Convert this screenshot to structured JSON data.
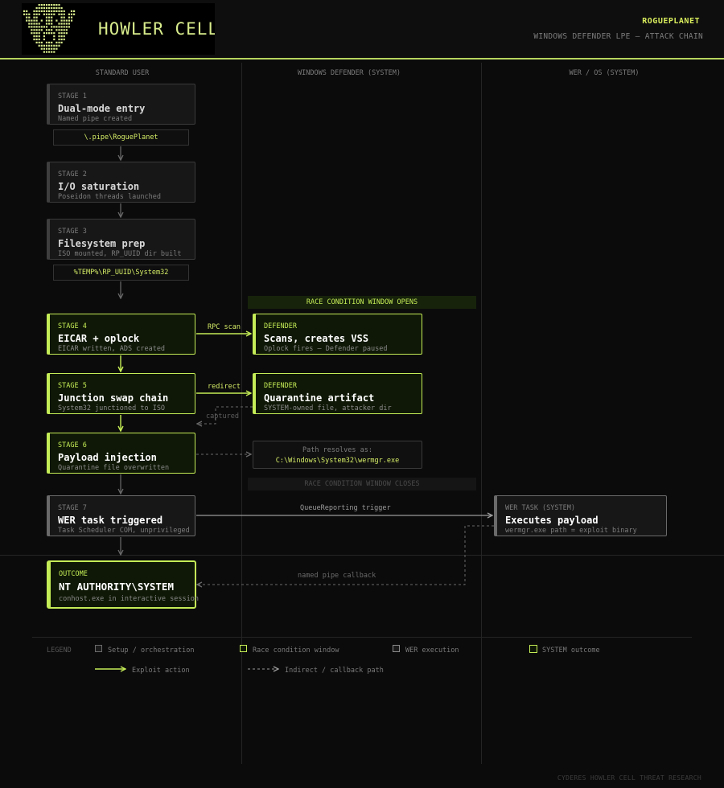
{
  "header": {
    "logo_text": "HOWLER CELL",
    "brand": "ROGUEPLANET",
    "subtitle": "WINDOWS DEFENDER LPE — ATTACK CHAIN"
  },
  "lanes": [
    {
      "label": "STANDARD USER"
    },
    {
      "label": "WINDOWS DEFENDER (SYSTEM)"
    },
    {
      "label": "WER / OS (SYSTEM)"
    }
  ],
  "stages": [
    {
      "kicker": "STAGE 1",
      "title": "Dual-mode entry",
      "sub": "Named pipe created"
    },
    {
      "kicker": "STAGE 2",
      "title": "I/O saturation",
      "sub": "Poseidon threads launched"
    },
    {
      "kicker": "STAGE 3",
      "title": "Filesystem prep",
      "sub": "ISO mounted, RP_UUID dir built"
    },
    {
      "kicker": "STAGE 4",
      "title": "EICAR + oplock",
      "sub": "EICAR written, ADS created"
    },
    {
      "kicker": "STAGE 5",
      "title": "Junction swap chain",
      "sub": "System32 junctioned to ISO"
    },
    {
      "kicker": "STAGE 6",
      "title": "Payload injection",
      "sub": "Quarantine file overwritten"
    },
    {
      "kicker": "STAGE 7",
      "title": "WER task triggered",
      "sub": "Task Scheduler COM, unprivileged"
    }
  ],
  "tags": {
    "pipe": "\\.pipe\\RoguePlanet",
    "temp": "%TEMP%\\RP_UUID\\System32"
  },
  "defender": [
    {
      "kicker": "DEFENDER",
      "title": "Scans, creates VSS",
      "sub": "Oplock fires — Defender paused"
    },
    {
      "kicker": "DEFENDER",
      "title": "Quarantine artifact",
      "sub": "SYSTEM-owned file, attacker dir"
    }
  ],
  "bands": {
    "open": "RACE CONDITION WINDOW OPENS",
    "close": "RACE CONDITION WINDOW CLOSES"
  },
  "path_box": {
    "line1": "Path resolves as:",
    "line2": "C:\\Windows\\System32\\wermgr.exe"
  },
  "wer": {
    "kicker": "WER TASK (SYSTEM)",
    "title": "Executes payload",
    "sub": "wermgr.exe path = exploit binary"
  },
  "outcome": {
    "kicker": "OUTCOME",
    "title": "NT AUTHORITY\\SYSTEM",
    "sub": "conhost.exe in interactive session"
  },
  "edges": {
    "rpc": "RPC scan",
    "redirect": "redirect",
    "captured": "captured",
    "queue": "QueueReporting trigger",
    "callback": "named pipe callback"
  },
  "legend": {
    "title": "LEGEND",
    "setup": "Setup / orchestration",
    "race": "Race condition window",
    "wer": "WER execution",
    "system": "SYSTEM outcome",
    "exploit": "Exploit action",
    "indirect": "Indirect / callback path"
  },
  "footer": "CYDERES HOWLER CELL THREAT RESEARCH",
  "colors": {
    "accent": "#c4ec56",
    "gray": "#3e3e3e",
    "wer_border": "#6a6a6a",
    "background": "#0b0b0b"
  }
}
